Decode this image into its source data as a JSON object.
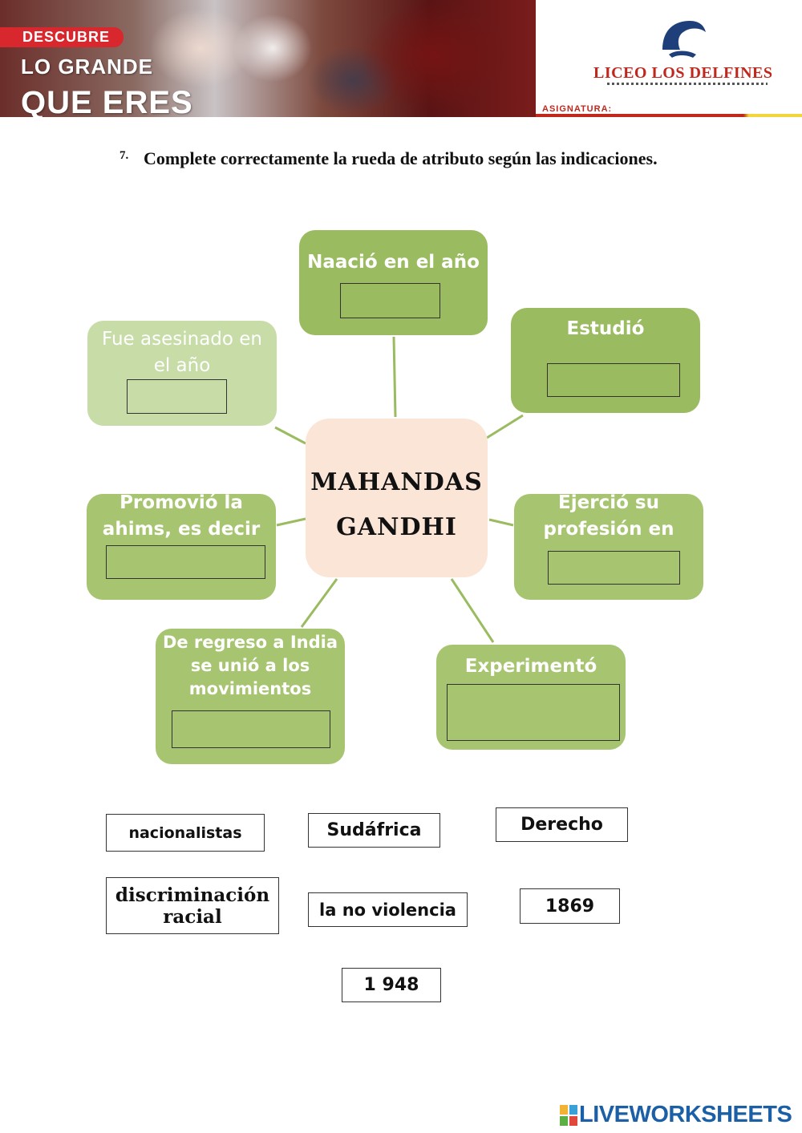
{
  "banner": {
    "tag": "DESCUBRE",
    "line2": "LO GRANDE",
    "line3": "QUE ERES",
    "school_name": "LICEO LOS DELFINES",
    "subject_label": "ASIGNATURA:"
  },
  "question": {
    "number": "7.",
    "text": "Complete correctamente la rueda de atributo según las indicaciones."
  },
  "wheel": {
    "center": {
      "line1": "MAHANDAS",
      "line2": "GANDHI"
    },
    "nodes": {
      "born": "Naació en el año",
      "studied": "Estudió",
      "killed": "Fue asesinado en el año",
      "promoted": "Promovió la ahims, es decir",
      "practiced": "Ejerció su profesión en",
      "returned": "De regreso a India se unió a los movimientos",
      "experienced": "Experimentó"
    }
  },
  "answers": {
    "nacionalistas": "nacionalistas",
    "sudafrica": "Sudáfrica",
    "derecho": "Derecho",
    "discriminacion": "discriminación racial",
    "no_violencia": "la no violencia",
    "year_1869": "1869",
    "year_1948": "1 948"
  },
  "footer": {
    "brand": "LIVEWORKSHEETS"
  },
  "colors": {
    "node_dark": "#9bbb61",
    "node_light": "#c8dca8",
    "center": "#fbe5d7",
    "brand_red": "#c0281e",
    "footer_blue": "#1b5fa7"
  }
}
